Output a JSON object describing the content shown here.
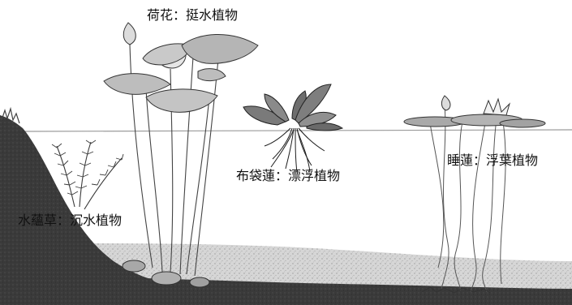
{
  "labels": {
    "lotus": "荷花：挺水植物",
    "water_hyacinth": "布袋蓮：漂浮植物",
    "water_lily": "睡蓮：浮葉植物",
    "hydrilla": "水蘊草：沉水植物"
  },
  "colors": {
    "background": "#ffffff",
    "water_line": "#9a9a9a",
    "bank": "#3a3a3a",
    "bed": "#d8d8d8",
    "plant_ink": "#333333",
    "leaf_fill": "#bdbdbd"
  }
}
